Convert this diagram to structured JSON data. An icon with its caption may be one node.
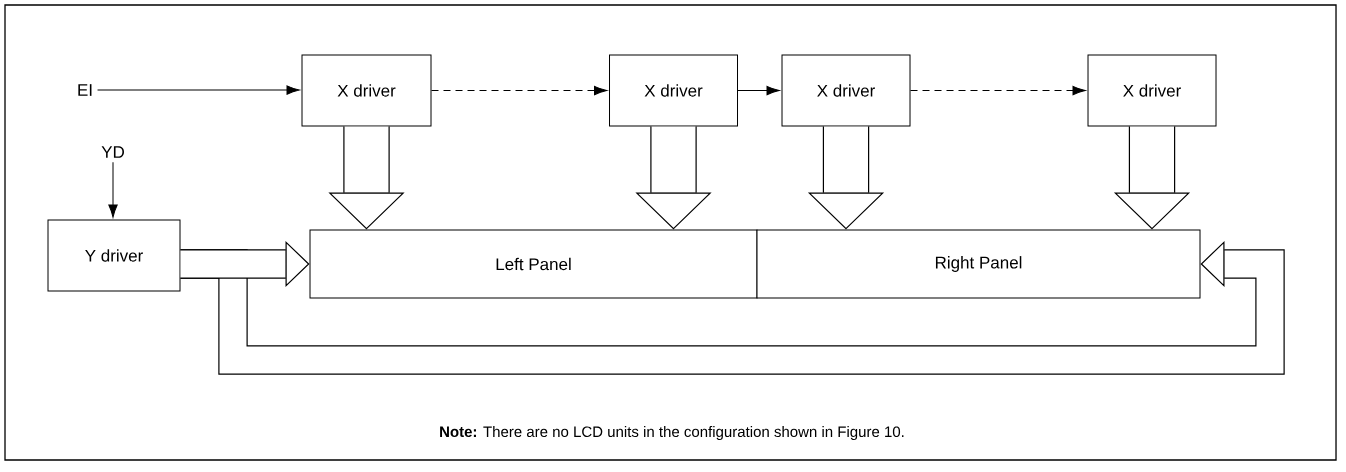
{
  "diagram": {
    "nodes": [
      {
        "text": [
          "EI"
        ]
      },
      {
        "text": [
          "YD"
        ]
      },
      {
        "text": [
          "X driver"
        ]
      },
      {
        "text": [
          "X driver"
        ]
      },
      {
        "text": [
          "X driver"
        ]
      },
      {
        "text": [
          "X driver"
        ]
      },
      {
        "text": [
          "Y driver"
        ]
      },
      {
        "text": [
          "Left Panel"
        ]
      },
      {
        "text": [
          "Right Panel"
        ]
      }
    ],
    "edges": [
      {
        "from": 0,
        "to": 2,
        "arrow": "to"
      },
      {
        "from": 2,
        "to": 3,
        "arrow": "to",
        "style": "dashed"
      },
      {
        "from": 3,
        "to": 4,
        "arrow": "to"
      },
      {
        "from": 4,
        "to": 5,
        "arrow": "to",
        "style": "dashed"
      },
      {
        "from": 1,
        "to": 6,
        "arrow": "to"
      },
      {
        "from": 2,
        "to": 7,
        "arrow": "to"
      },
      {
        "from": 3,
        "to": 7,
        "arrow": "to"
      },
      {
        "from": 4,
        "to": 8,
        "arrow": "to"
      },
      {
        "from": 5,
        "to": 8,
        "arrow": "to"
      },
      {
        "from": 6,
        "to": 7,
        "arrow": "to"
      },
      {
        "from": 6,
        "to": 8,
        "arrow": "to"
      }
    ],
    "labels": [
      "**Note:** There are no LCD units in the configuration shown in Figure 10."
    ]
  }
}
